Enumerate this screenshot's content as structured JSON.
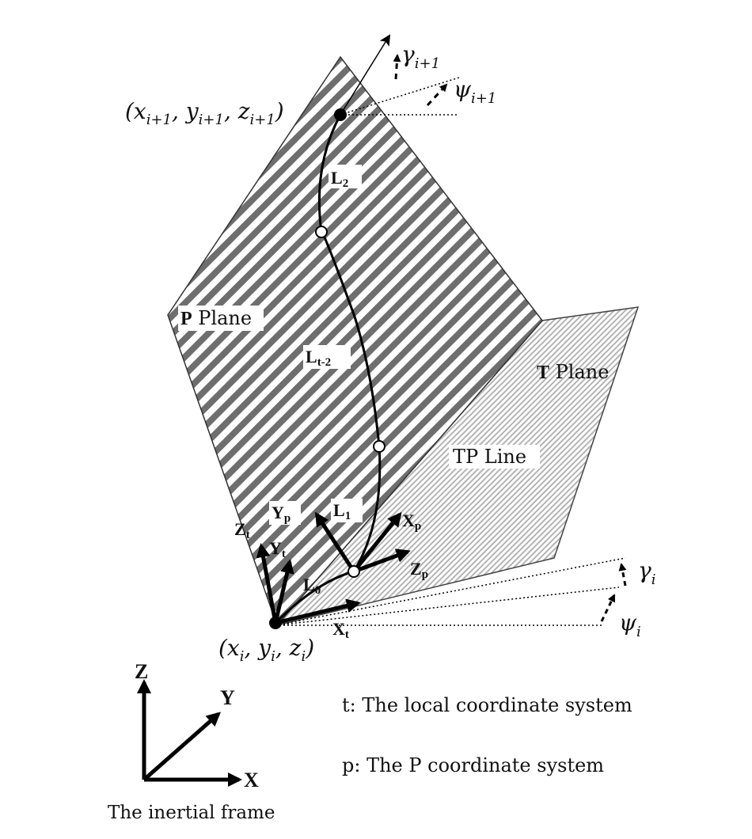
{
  "labels": {
    "p_plane_prefix": "P",
    "p_plane_suffix": " Plane",
    "t_plane_prefix": "T",
    "t_plane_suffix": " Plane",
    "tp_line": "TP Line",
    "end_point": "(x",
    "end_point_sub": "i+1",
    "end_point_y": ", y",
    "end_point_z": ", z",
    "end_point_close": ")",
    "start_point": "(x",
    "start_point_sub": "i",
    "start_point_y": ", y",
    "start_point_z": ", z",
    "start_point_close": ")",
    "gamma_top": "γ",
    "gamma_top_sub": "i+1",
    "psi_top": "ψ",
    "psi_top_sub": "i+1",
    "gamma_bottom": "γ",
    "gamma_bottom_sub": "i",
    "psi_bottom": "ψ",
    "psi_bottom_sub": "i"
  },
  "segments": {
    "L2": {
      "main": "L",
      "sub": "2"
    },
    "Lt2": {
      "main": "L",
      "sub": "t-2"
    },
    "L1": {
      "main": "L",
      "sub": "1"
    },
    "L0": {
      "main": "L",
      "sub": "0"
    }
  },
  "axes": {
    "Zt": {
      "main": "Z",
      "sub": "t"
    },
    "Yt": {
      "main": "Y",
      "sub": "t"
    },
    "Yp": {
      "main": "Y",
      "sub": "p"
    },
    "Xp": {
      "main": "X",
      "sub": "p"
    },
    "Zp": {
      "main": "Z",
      "sub": "p"
    },
    "Xt": {
      "main": "X",
      "sub": "t"
    }
  },
  "inertial": {
    "z": "Z",
    "y": "Y",
    "x": "X",
    "caption": "The inertial frame"
  },
  "legend": {
    "local": "t: The local coordinate system",
    "p": "p: The P coordinate system"
  }
}
